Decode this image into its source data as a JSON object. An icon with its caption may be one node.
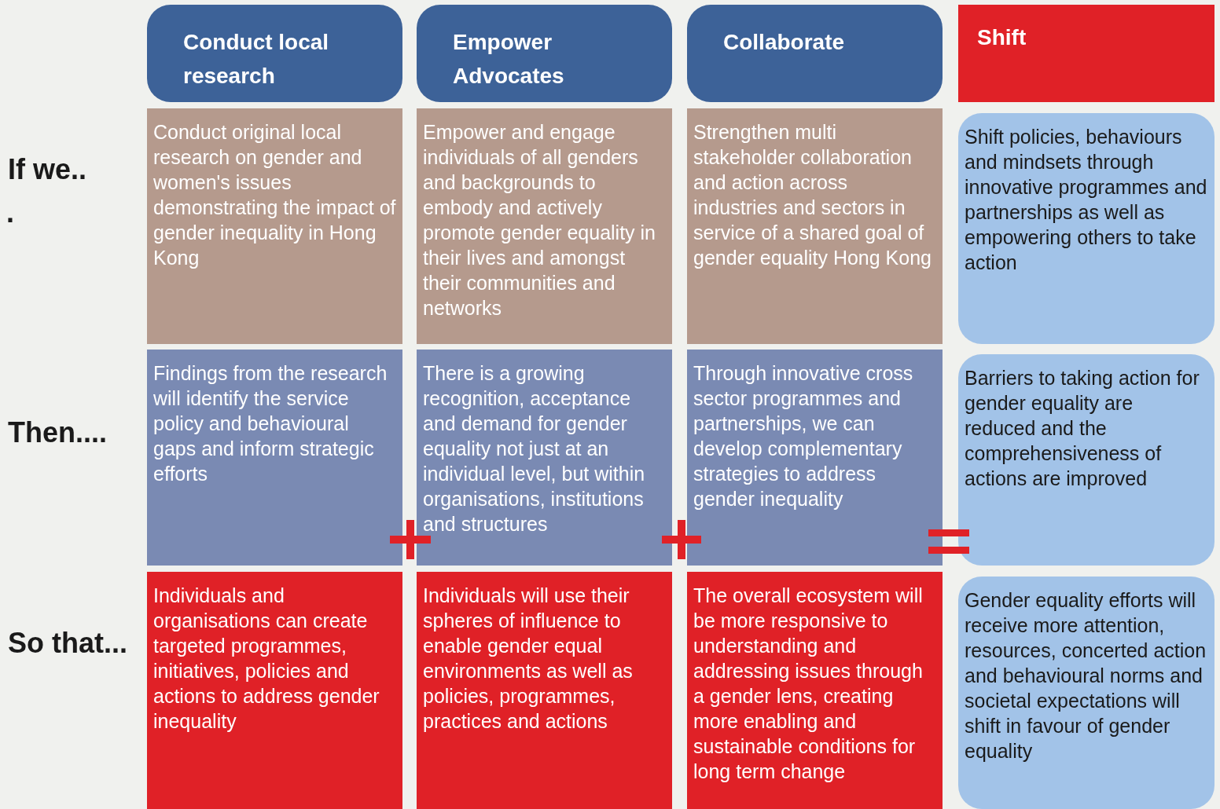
{
  "diagram": {
    "nodes": [
      {
        "text": [
          "Conduct local research"
        ]
      },
      {
        "text": [
          "Empower Advocates"
        ]
      },
      {
        "text": [
          "Collaborate"
        ]
      },
      {
        "text": [
          "Shift"
        ]
      },
      {
        "text": [
          "Conduct original local research on gender and women's issues demonstrating the impact of gender inequality in Hong Kong"
        ]
      },
      {
        "text": [
          "Empower and engage individuals of all genders and backgrounds to embody and actively promote gender equality in their lives and amongst their communities and networks"
        ]
      },
      {
        "text": [
          "Strengthen multi stakeholder collaboration and action across industries and sectors in service of a shared goal of gender equality Hong Kong"
        ]
      },
      {
        "text": [
          "Shift policies, behaviours and mindsets through innovative programmes and partnerships as well as empowering others to take action"
        ]
      },
      {
        "text": [
          "Findings from the research will identify the service policy and behavioural gaps and inform strategic efforts"
        ]
      },
      {
        "text": [
          "There is a growing recognition, acceptance and demand for gender equality not just at an individual level, but within organisations, institutions and structures"
        ]
      },
      {
        "text": [
          "Through innovative cross sector programmes and partnerships, we can develop complementary strategies to address gender inequality"
        ]
      },
      {
        "text": [
          "Barriers to taking action for gender equality are reduced and the comprehensiveness of actions are improved"
        ]
      },
      {
        "text": [
          "Individuals and organisations can create targeted programmes, initiatives, policies and actions to address gender inequality"
        ]
      },
      {
        "text": [
          "Individuals will use their spheres of influence to enable gender equal environments as well as policies, programmes, practices and actions"
        ]
      },
      {
        "text": [
          "The overall ecosystem will be more responsive to understanding and addressing issues through a gender lens, creating more enabling and sustainable conditions for long term change"
        ]
      },
      {
        "text": [
          "Gender equality efforts will receive more attention, resources, concerted action and behavioural norms and societal expectations will shift in favour of gender equality"
        ]
      }
    ],
    "labels": [
      "If we..",
      ".",
      "Then....",
      "So that..."
    ]
  }
}
